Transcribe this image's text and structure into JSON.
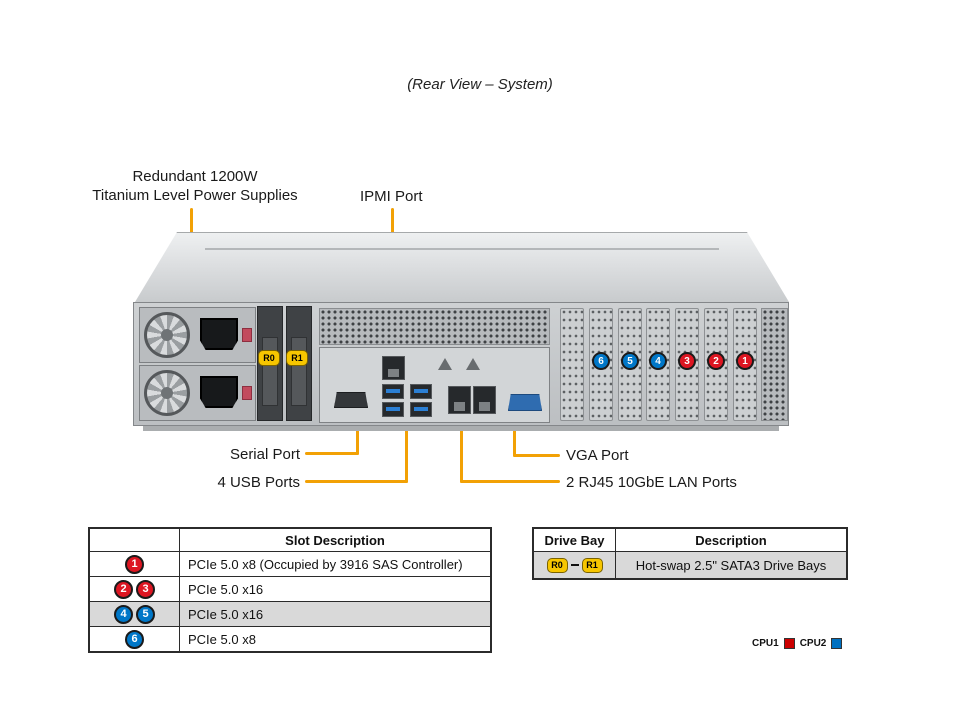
{
  "title": "(Rear View – System)",
  "callout_labels": {
    "psu_line1": "Redundant 1200W",
    "psu_line2": "Titanium Level Power Supplies",
    "ipmi": "IPMI Port",
    "serial": "Serial Port",
    "usb": "4 USB Ports",
    "vga": "VGA Port",
    "lan": "2 RJ45 10GbE LAN Ports"
  },
  "chassis": {
    "drive_bay_labels": [
      "R0",
      "R1"
    ],
    "slot_badges": [
      {
        "number": "6",
        "color": "blue"
      },
      {
        "number": "5",
        "color": "blue"
      },
      {
        "number": "4",
        "color": "blue"
      },
      {
        "number": "3",
        "color": "red"
      },
      {
        "number": "2",
        "color": "red"
      },
      {
        "number": "1",
        "color": "red"
      }
    ]
  },
  "slot_table": {
    "header": "Slot Description",
    "rows": [
      {
        "badges": [
          {
            "n": "1",
            "color": "red"
          }
        ],
        "description": "PCIe 5.0 x8 (Occupied by 3916 SAS Controller)"
      },
      {
        "badges": [
          {
            "n": "2",
            "color": "red"
          },
          {
            "n": "3",
            "color": "red"
          }
        ],
        "description": "PCIe 5.0 x16"
      },
      {
        "badges": [
          {
            "n": "4",
            "color": "blue"
          },
          {
            "n": "5",
            "color": "blue"
          }
        ],
        "description": "PCIe 5.0 x16"
      },
      {
        "badges": [
          {
            "n": "6",
            "color": "blue"
          }
        ],
        "description": "PCIe 5.0 x8"
      }
    ]
  },
  "drive_table": {
    "header_bay": "Drive Bay",
    "header_desc": "Description",
    "row": {
      "bay_from": "R0",
      "bay_to": "R1",
      "description": "Hot-swap 2.5\" SATA3 Drive Bays"
    }
  },
  "cpu_legend": {
    "cpu1": "CPU1",
    "cpu2": "CPU2"
  },
  "colors": {
    "callout_line": "#F2A105",
    "red_badge": "#DD1622",
    "blue_badge": "#0077C8",
    "yellow_badge": "#F7C600",
    "cpu1": "#cc0000",
    "cpu2": "#0070C0",
    "table_alt_row": "#d9d9d9"
  }
}
